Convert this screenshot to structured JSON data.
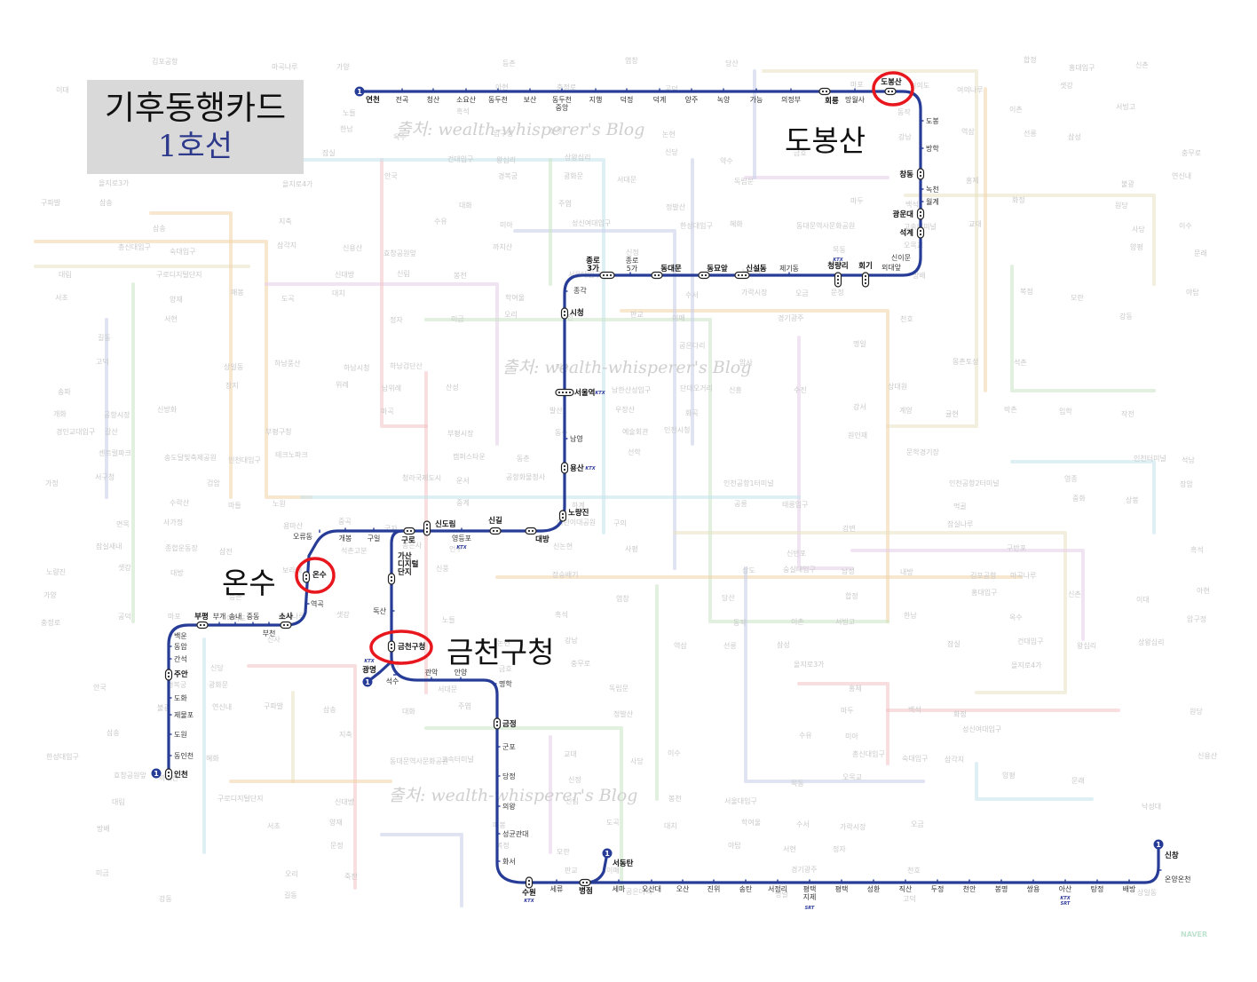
{
  "title": {
    "line1": "기후동행카드",
    "line2": "1호선"
  },
  "callouts": {
    "dobongsan": "도봉산",
    "onsu": "온수",
    "geumcheon": "금천구청"
  },
  "watermark": "출처: wealth-whisperer's Blog",
  "brand": "NAVER",
  "line_badge": "1",
  "ktx_mark": "KTX",
  "srt_mark": "SRT",
  "colors": {
    "line1": "#263c96",
    "highlight_circle": "#e8171e",
    "title_bg": "#d9d9d9",
    "title_line2": "#2e3a8c",
    "background_lines": [
      "#f2d4a8",
      "#c8e4c4",
      "#c7cde8",
      "#e4cde8",
      "#f3c2c2",
      "#c5e3ec",
      "#e9e2c2"
    ]
  },
  "stations": {
    "yeoncheon": "연천",
    "jeongok": "전곡",
    "cheongsan": "청산",
    "soyosan": "소요산",
    "dongducheon": "동두천",
    "bosan": "보산",
    "dongducheon_jungang": "동두천 중앙",
    "jihaeng": "지행",
    "deokjeong": "덕정",
    "deokgye": "덕계",
    "yangju": "양주",
    "nogyang": "녹양",
    "ganeung": "가능",
    "uijeongbu": "의정부",
    "hoeryong": "회룡",
    "mangwolsa": "망월사",
    "dobongsan": "도봉산",
    "dobong": "도봉",
    "banghak": "방학",
    "changdong": "창동",
    "nokcheon": "녹천",
    "wolgye": "월계",
    "gwangundae": "광운대",
    "seokgye": "석계",
    "sinimun": "신이문",
    "oedae": "외대앞",
    "hoegi": "회기",
    "cheongnyangni": "청량리",
    "jegidong": "제기동",
    "sinseoldong": "신설동",
    "dongmyo": "동묘앞",
    "dongdaemun": "동대문",
    "jongno5": "종로 5가",
    "jongno3": "종로 3가",
    "jonggak": "종각",
    "cityhall": "시청",
    "seoul": "서울역",
    "namyeong": "남영",
    "yongsan": "용산",
    "noryangjin": "노량진",
    "daebang": "대방",
    "singil": "신길",
    "yeongdeungpo": "영등포",
    "sindorim": "신도림",
    "guro": "구로",
    "guil": "구일",
    "gaebong": "개봉",
    "oryudong": "오류동",
    "onsu": "온수",
    "yeokgok": "역곡",
    "sosa": "소사",
    "bucheon": "부천",
    "jung_dong": "중동",
    "songnae": "송내",
    "bugae": "부개",
    "bupyeong": "부평",
    "baegun": "백운",
    "dongam": "동암",
    "ganseok": "간석",
    "juan": "주안",
    "dohwa": "도화",
    "jemulpo": "제물포",
    "dowon": "도원",
    "dongincheon": "동인천",
    "incheon": "인천",
    "gasan": "가산 디지털 단지",
    "doksan": "독산",
    "geumcheon": "금천구청",
    "gwangmyeong": "광명",
    "seoksu": "석수",
    "gwanak": "관악",
    "anyang": "안양",
    "myeonghak": "명학",
    "geumjeong": "금정",
    "gunpo": "군포",
    "dangjeong": "당정",
    "uiwang": "의왕",
    "sungkyunkwan": "성균관대",
    "hwaseo": "화서",
    "suwon": "수원",
    "seryu": "세류",
    "byeongjeom": "병점",
    "seodongtan": "서동탄",
    "sema": "세마",
    "osan_univ": "오산대",
    "osan": "오산",
    "jinwi": "진위",
    "songtan": "송탄",
    "seojeongni": "서정리",
    "pyeongtaek_jije": "평택 지제",
    "pyeongtaek": "평택",
    "seonghwan": "성환",
    "jiksan": "직산",
    "dujeong": "두정",
    "cheonan": "천안",
    "bongmyeong": "봉명",
    "ssangyong": "쌍용",
    "asan": "아산",
    "tangjeong": "탕정",
    "baebang": "배방",
    "onyang_oncheon": "온양온천",
    "sinchang": "신창"
  },
  "background_stations": [
    "김포공항",
    "마곡나루",
    "가양",
    "등촌",
    "염창",
    "당산",
    "합정",
    "홍대입구",
    "신촌",
    "이대",
    "아현",
    "충정로",
    "공덕",
    "마포",
    "여의도",
    "여의나루",
    "샛강",
    "노들",
    "흑석",
    "동작",
    "이촌",
    "서빙고",
    "한남",
    "옥수",
    "압구정",
    "신사",
    "논현",
    "강남",
    "역삼",
    "선릉",
    "삼성",
    "잠실",
    "건대입구",
    "왕십리",
    "상왕십리",
    "신당",
    "약수",
    "금호",
    "충무로",
    "을지로3가",
    "을지로4가",
    "안국",
    "경복궁",
    "광화문",
    "서대문",
    "독립문",
    "홍제",
    "불광",
    "연신내",
    "구파발",
    "삼송",
    "대화",
    "주엽",
    "정발산",
    "마두",
    "백석",
    "화정",
    "원당",
    "삼송",
    "지축",
    "수유",
    "미아",
    "성신여대입구",
    "한성대입구",
    "혜화",
    "동대문역사문화공원",
    "고속터미널",
    "교대",
    "사당",
    "이수",
    "총신대입구",
    "숙대입구",
    "삼각지",
    "신용산",
    "효창공원앞",
    "까치산",
    "신정",
    "목동",
    "오목교",
    "양평",
    "문래",
    "대림",
    "구로디지털단지",
    "신대방",
    "신림",
    "봉천",
    "서울대입구",
    "낙성대",
    "방배",
    "서초",
    "양재",
    "매봉",
    "도곡",
    "대치",
    "학여울",
    "수서",
    "가락시장",
    "오금",
    "문정",
    "복정",
    "모란",
    "야탑",
    "서현",
    "정자",
    "미금",
    "오리",
    "죽전",
    "판교",
    "이매",
    "경기광주",
    "천호",
    "강동",
    "길동",
    "굽은다리",
    "명일",
    "고덕",
    "상일동",
    "하남풍산",
    "하남시청",
    "하남검단산",
    "미사",
    "암사",
    "몽촌토성",
    "석촌",
    "송파",
    "장지",
    "위례",
    "남위례",
    "산성",
    "남한산성입구",
    "단대오거리",
    "신흥",
    "수진",
    "상대원",
    "개화",
    "공항시장",
    "신방화",
    "마곡",
    "발산",
    "우장산",
    "화곡",
    "강서",
    "계양",
    "귤현",
    "박촌",
    "임학",
    "작전",
    "경인교대입구",
    "갈산",
    "부평구청",
    "부평시장",
    "동수",
    "예술회관",
    "인천시청",
    "원인재",
    "센트럴파크",
    "송도달빛축제공원",
    "인천대입구",
    "테크노파크",
    "캠퍼스타운",
    "동춘",
    "선학",
    "문학경기장",
    "인천터미널",
    "석남",
    "가정",
    "서구청",
    "검암",
    "청라국제도시",
    "운서",
    "공항화물청사",
    "인천공항1터미널",
    "인천공항2터미널",
    "영종",
    "장암",
    "수락산",
    "마들",
    "노원",
    "중계",
    "하계",
    "공릉",
    "태릉입구",
    "먹골",
    "중화",
    "상봉",
    "면목",
    "사가정",
    "용마산",
    "중곡",
    "군자",
    "어린이대공원",
    "구의",
    "강변",
    "잠실나루",
    "잠실새내",
    "종합운동장",
    "삼전",
    "석촌고분",
    "봉은사",
    "언주",
    "신논현",
    "사평",
    "신반포",
    "구반포",
    "흑석",
    "노량진",
    "샛강",
    "대방",
    "보라매",
    "신풍",
    "장승배기",
    "상도",
    "숭실대입구",
    "남성",
    "내방"
  ]
}
